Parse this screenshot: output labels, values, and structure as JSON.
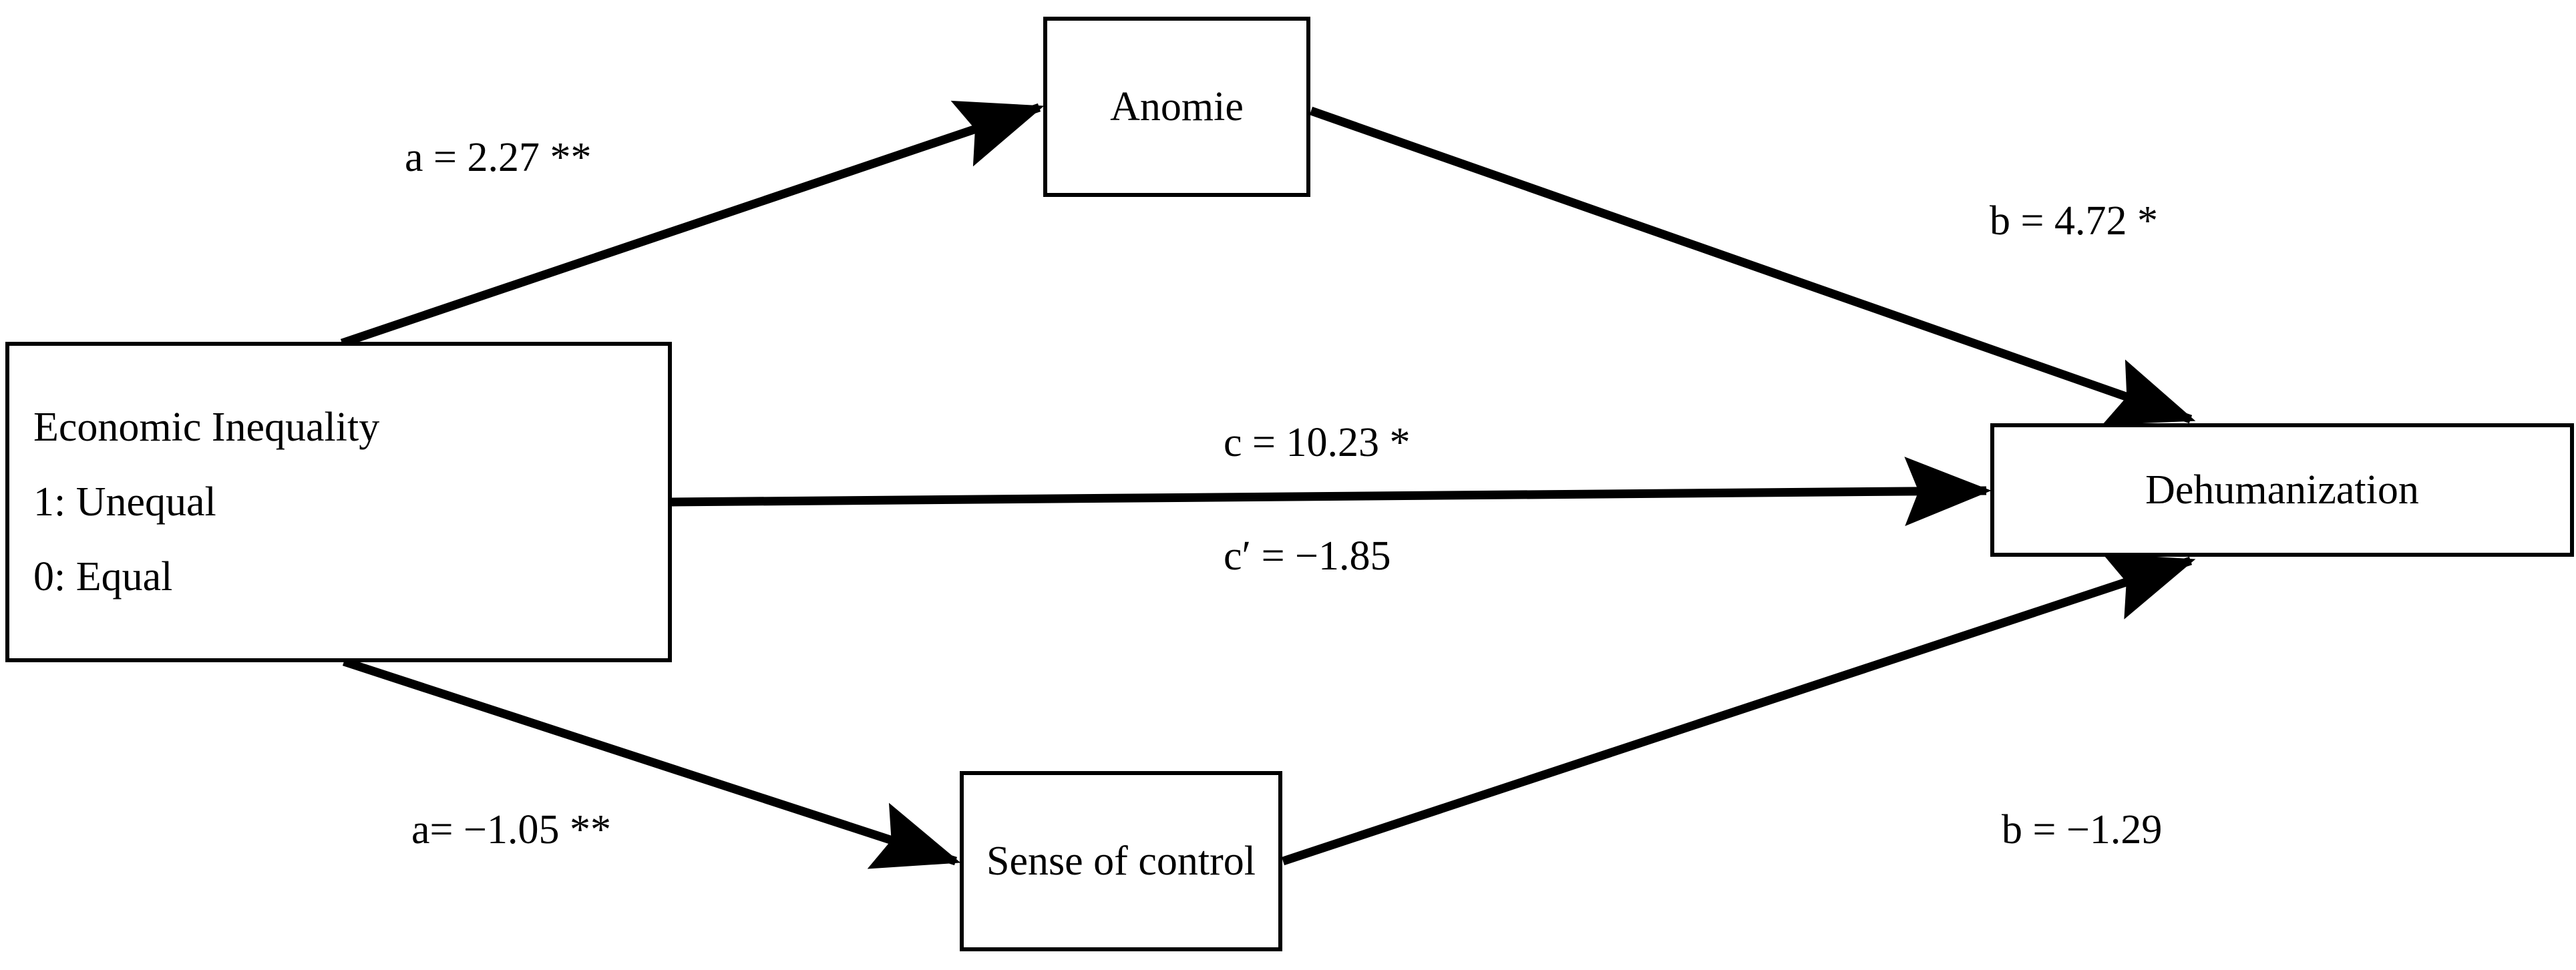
{
  "figure": {
    "type": "mediation-path-diagram",
    "background_color": "#ffffff",
    "line_color": "#000000"
  },
  "nodes": {
    "predictor": {
      "name": "Economic Inequality",
      "title": "Economic Inequality",
      "code_unequal": "1: Unequal",
      "code_equal": "0: Equal"
    },
    "mediator_upper": {
      "name": "Anomie",
      "title": "Anomie"
    },
    "mediator_lower": {
      "name": "Sense of control",
      "title": "Sense of control"
    },
    "outcome": {
      "name": "Dehumanization",
      "title": "Dehumanization"
    }
  },
  "paths": [
    {
      "id": "a-anomie",
      "from": "Economic Inequality",
      "to": "Anomie",
      "label": "a = 2.27 **",
      "coefficient": 2.27,
      "significance": "**"
    },
    {
      "id": "b-anomie",
      "from": "Anomie",
      "to": "Dehumanization",
      "label": "b = 4.72 *",
      "coefficient": 4.72,
      "significance": "*"
    },
    {
      "id": "c-total",
      "from": "Economic Inequality",
      "to": "Dehumanization",
      "label": "c = 10.23 *",
      "coefficient": 10.23,
      "significance": "*"
    },
    {
      "id": "c-direct",
      "from": "Economic Inequality",
      "to": "Dehumanization",
      "label": "c′ = −1.85",
      "coefficient": -1.85,
      "significance": ""
    },
    {
      "id": "a-control",
      "from": "Economic Inequality",
      "to": "Sense of control",
      "label": "a= −1.05 **",
      "coefficient": -1.05,
      "significance": "**"
    },
    {
      "id": "b-control",
      "from": "Sense of control",
      "to": "Dehumanization",
      "label": "b = −1.29",
      "coefficient": -1.29,
      "significance": ""
    }
  ]
}
